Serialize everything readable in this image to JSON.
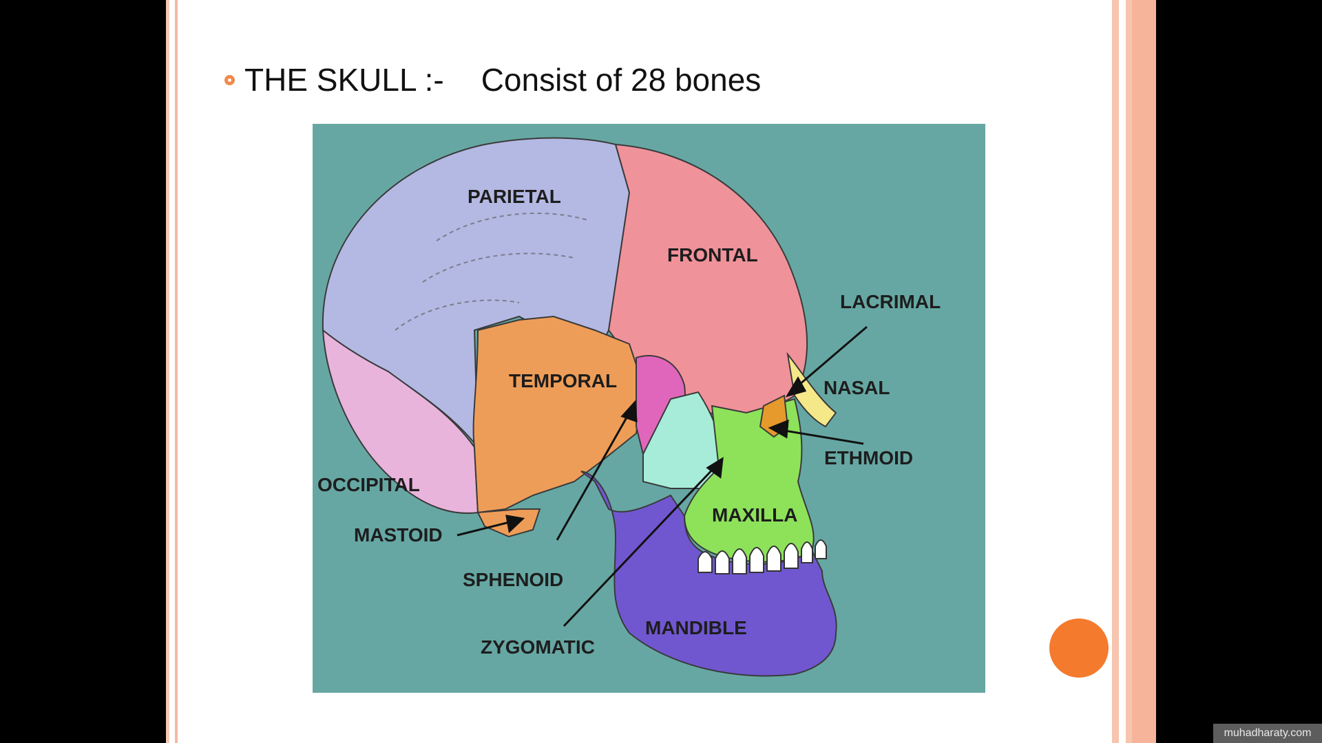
{
  "slide": {
    "title": "THE SKULL :-",
    "subtitle": "Consist of 28 bones"
  },
  "diagram": {
    "labels": {
      "parietal": "PARIETAL",
      "frontal": "FRONTAL",
      "lacrimal": "LACRIMAL",
      "nasal": "NASAL",
      "temporal": "TEMPORAL",
      "ethmoid": "ETHMOID",
      "occipital": "OCCIPITAL",
      "maxilla": "MAXILLA",
      "mastoid": "MASTOID",
      "sphenoid": "SPHENOID",
      "mandible": "MANDIBLE",
      "zygomatic": "ZYGOMATIC"
    },
    "colors": {
      "background": "#66a7a3",
      "parietal": "#b4b9e3",
      "frontal": "#f0929a",
      "temporal": "#ee9d58",
      "sphenoid": "#e066bb",
      "zygomatic": "#a7ecd8",
      "maxilla": "#8de25a",
      "mandible": "#7057d0",
      "occipital": "#e8b4dc",
      "nasal": "#f5e889",
      "ethmoid": "#e69a2c"
    }
  },
  "watermark": "muhadharaty.com"
}
